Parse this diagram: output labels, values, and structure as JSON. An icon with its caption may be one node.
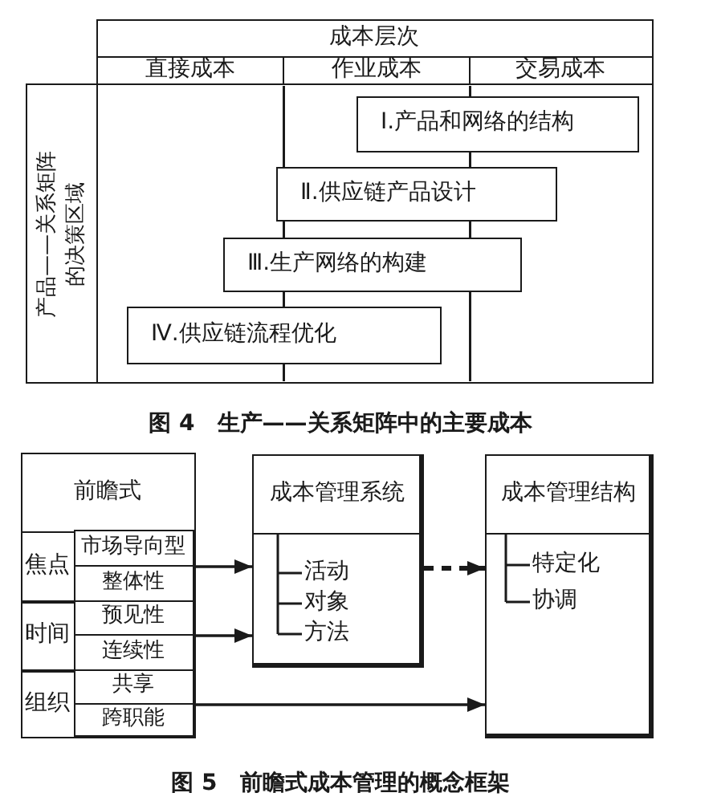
{
  "diagram": {
    "nodes": [
      {
        "text": [
          "成本层次"
        ]
      },
      {
        "text": [
          "直接成本"
        ]
      },
      {
        "text": [
          "作业成本"
        ]
      },
      {
        "text": [
          "交易成本"
        ]
      },
      {
        "text": [
          "产品——关系矩阵的决策区域"
        ]
      },
      {
        "text": [],
        "shape": "box"
      },
      {
        "text": [
          "Ⅰ.产品和网络的结构"
        ],
        "in": 5
      },
      {
        "text": [
          "Ⅱ.供应链产品设计"
        ],
        "in": 5
      },
      {
        "text": [
          "Ⅲ.生产网络的构建"
        ],
        "in": 5
      },
      {
        "text": [
          "Ⅳ.供应链流程优化"
        ],
        "in": 5
      },
      {
        "text": [
          "前瞻式"
        ]
      },
      {
        "text": [
          "焦点"
        ],
        "in": 10
      },
      {
        "text": [
          "市场导向型"
        ],
        "in": 11
      },
      {
        "text": [
          "整体性"
        ],
        "in": 11
      },
      {
        "text": [
          "时间"
        ],
        "in": 10
      },
      {
        "text": [
          "预见性"
        ],
        "in": 14
      },
      {
        "text": [
          "连续性"
        ],
        "in": 14
      },
      {
        "text": [
          "组织"
        ],
        "in": 10
      },
      {
        "text": [
          "共享"
        ],
        "in": 17
      },
      {
        "text": [
          "跨职能"
        ],
        "in": 17
      },
      {
        "text": [
          "成本管理系统",
          "活动",
          "对象",
          "方法"
        ]
      },
      {
        "text": [
          "成本管理结构",
          "特定化",
          "协调"
        ]
      }
    ],
    "edges": [
      {
        "from": 11,
        "to": 20,
        "arrow": "to"
      },
      {
        "from": 14,
        "to": 20,
        "arrow": "to"
      },
      {
        "from": 20,
        "to": 21,
        "arrow": "to",
        "style": "dashed"
      },
      {
        "from": 17,
        "to": 21,
        "arrow": "to"
      }
    ],
    "labels": [
      "图 4　生产——关系矩阵中的主要成本",
      "图 5　前瞻式成本管理的概念框架"
    ]
  }
}
